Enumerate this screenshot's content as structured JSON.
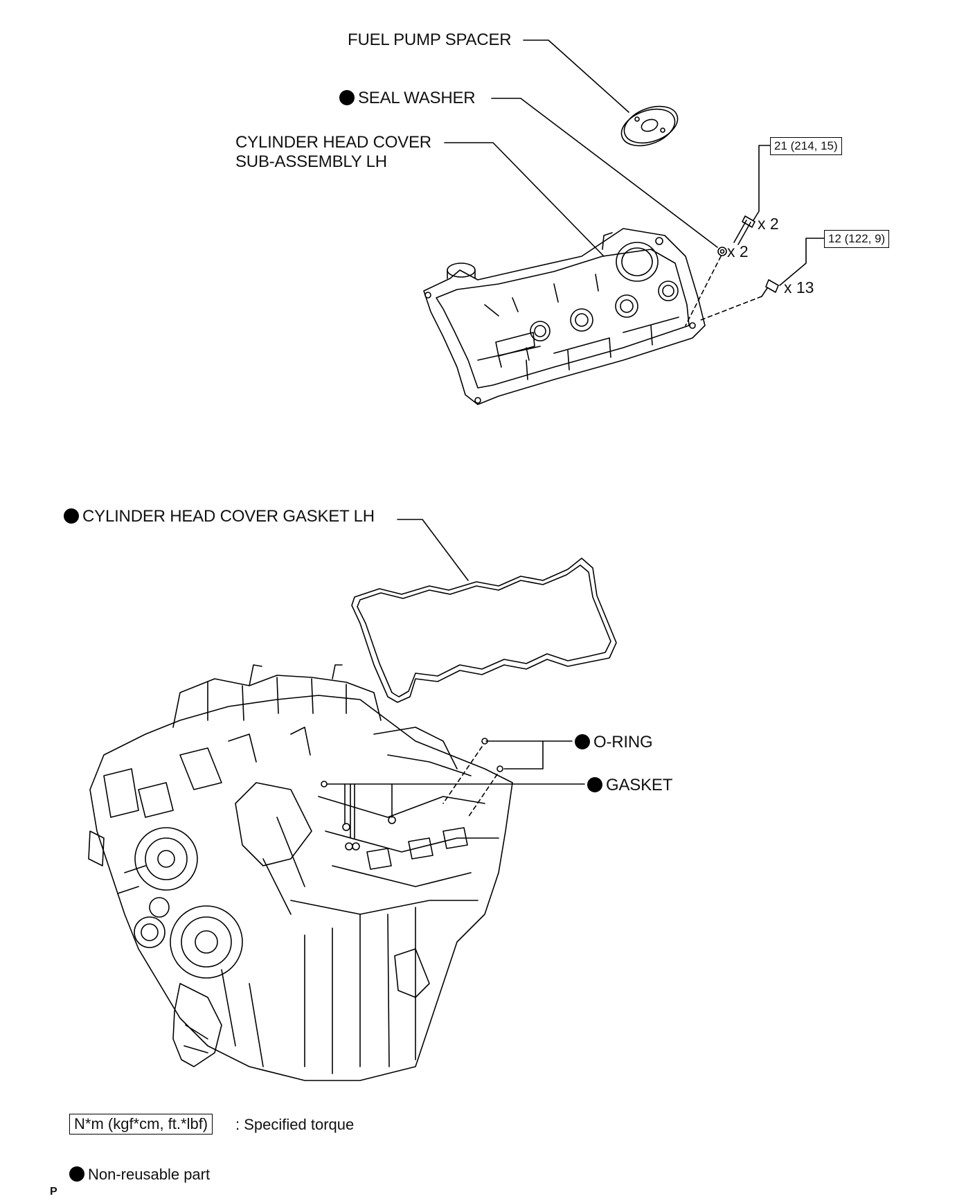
{
  "labels": {
    "fuel_pump_spacer": "FUEL PUMP SPACER",
    "seal_washer": "SEAL WASHER",
    "cover_line1": "CYLINDER HEAD COVER",
    "cover_line2": "SUB-ASSEMBLY LH",
    "gasket_lh": "CYLINDER HEAD COVER GASKET LH",
    "o_ring": "O-RING",
    "gasket": "GASKET"
  },
  "torques": {
    "bolt_a": "21 (214, 15)",
    "bolt_b": "12 (122, 9)"
  },
  "quantities": {
    "stud_qty": "x 2",
    "washer_qty": "x 2",
    "bolt_qty": "x 13"
  },
  "legend": {
    "torque_box": "N*m (kgf*cm, ft.*lbf)",
    "torque_desc": ": Specified torque",
    "nonreusable": "Non-reusable part"
  },
  "page_mark": "P",
  "icons": {
    "non_reusable": "filled-circle-icon"
  }
}
